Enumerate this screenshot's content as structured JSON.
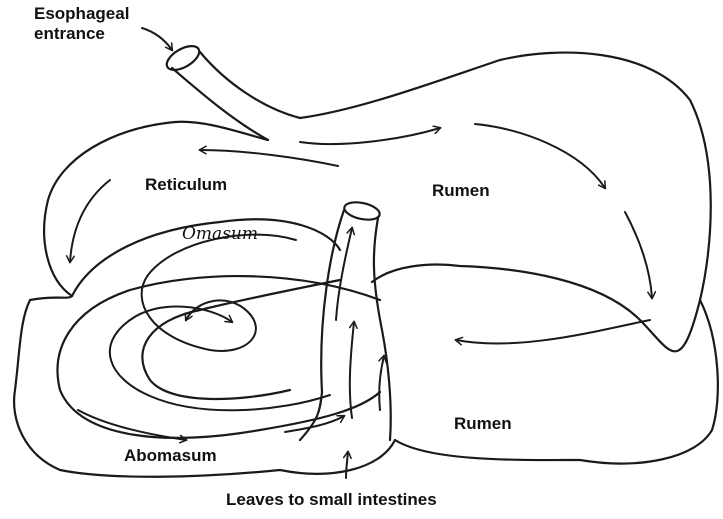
{
  "labels": {
    "esophageal_line1": "Esophageal",
    "esophageal_line2": "entrance",
    "reticulum": "Reticulum",
    "rumen_upper": "Rumen",
    "omasum": "Omasum",
    "rumen_lower": "Rumen",
    "abomasum": "Abomasum",
    "exit": "Leaves to small intestines"
  }
}
